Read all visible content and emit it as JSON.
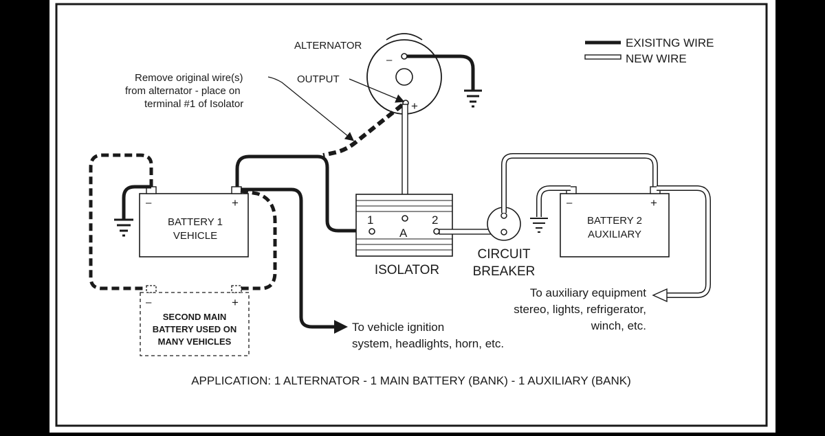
{
  "legend": {
    "existing_wire": "EXISITNG WIRE",
    "new_wire": "NEW WIRE"
  },
  "alternator": {
    "label": "ALTERNATOR",
    "output_label": "OUTPUT",
    "minus": "–",
    "plus": "+"
  },
  "note_remove": [
    "Remove original wire(s)",
    "from alternator - place on",
    "terminal #1 of Isolator"
  ],
  "battery1": {
    "lines": [
      "BATTERY 1",
      "VEHICLE"
    ],
    "minus": "–",
    "plus": "+"
  },
  "battery2": {
    "lines": [
      "BATTERY 2",
      "AUXILIARY"
    ],
    "minus": "–",
    "plus": "+"
  },
  "second_battery": {
    "lines": [
      "SECOND MAIN",
      "BATTERY USED ON",
      "MANY VEHICLES"
    ],
    "minus": "–",
    "plus": "+"
  },
  "isolator": {
    "label": "ISOLATOR",
    "t1": "1",
    "tA": "A",
    "t2": "2"
  },
  "circuit_breaker": {
    "lines": [
      "CIRCUIT",
      "BREAKER"
    ]
  },
  "aux_equipment": [
    "To auxiliary equipment",
    "stereo, lights, refrigerator,",
    "winch, etc."
  ],
  "vehicle_ignition": [
    "To vehicle ignition",
    "system, headlights, horn, etc."
  ],
  "application": "APPLICATION: 1 ALTERNATOR - 1 MAIN BATTERY (BANK) - 1 AUXILIARY (BANK)",
  "colors": {
    "background": "#000000",
    "panel": "#ffffff",
    "ink": "#1a1a1a"
  }
}
